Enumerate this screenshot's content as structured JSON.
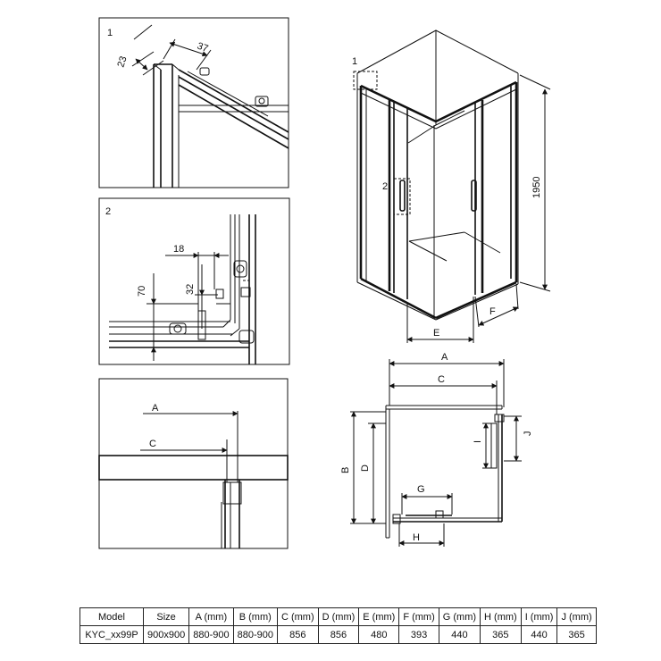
{
  "detail_labels": {
    "detail_1": "1",
    "detail_2": "2"
  },
  "detail_1_dims": {
    "dim_23": "23",
    "dim_37": "37"
  },
  "detail_2_dims": {
    "dim_18": "18",
    "dim_70": "70",
    "dim_32": "32"
  },
  "detail_3_labels": {
    "a": "A",
    "c": "C"
  },
  "iso_view": {
    "callout_1": "1",
    "callout_2": "2",
    "height": "1950",
    "e": "E",
    "f": "F"
  },
  "plan_view": {
    "a": "A",
    "c": "C",
    "b": "B",
    "d": "D",
    "i": "I",
    "j": "J",
    "g": "G",
    "h": "H"
  },
  "table": {
    "headers": [
      "Model",
      "Size",
      "A (mm)",
      "B (mm)",
      "C (mm)",
      "D (mm)",
      "E (mm)",
      "F (mm)",
      "G (mm)",
      "H (mm)",
      "I (mm)",
      "J (mm)"
    ],
    "row": [
      "KYC_xx99P",
      "900x900",
      "880-900",
      "880-900",
      "856",
      "856",
      "480",
      "393",
      "440",
      "365",
      "440",
      "365"
    ]
  }
}
